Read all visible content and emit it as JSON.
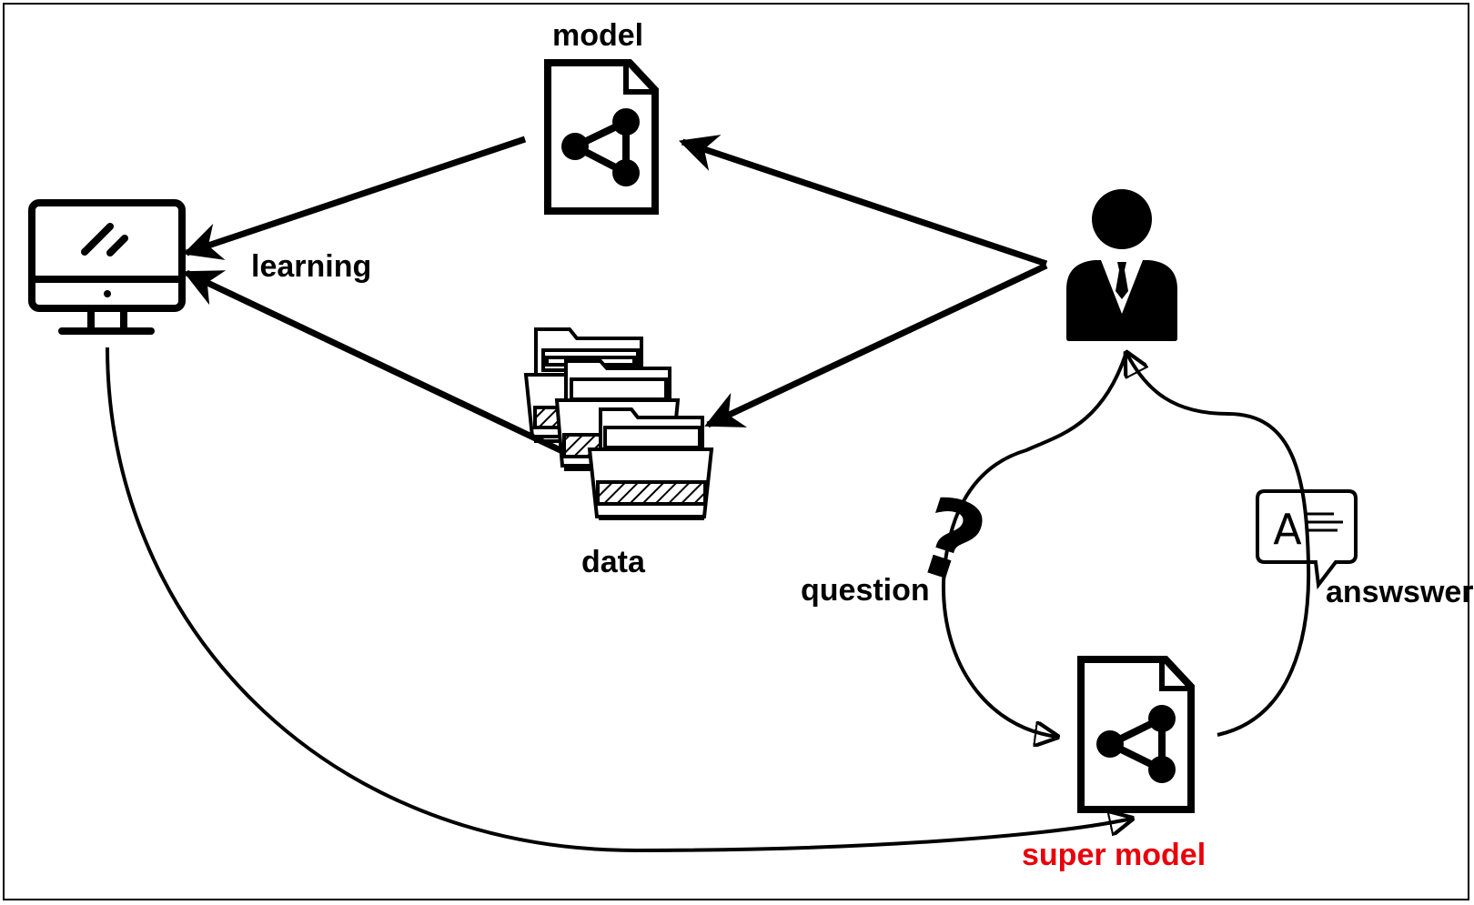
{
  "labels": {
    "model": "model",
    "learning": "learning",
    "data": "data",
    "question": "question",
    "answer": "answswer",
    "super_model": "super model"
  },
  "colors": {
    "stroke": "#000000",
    "highlight": "#e8000b"
  },
  "icons": [
    "computer-monitor-icon",
    "model-document-icon",
    "data-folders-icon",
    "person-icon",
    "question-mark-icon",
    "answer-speech-bubble-icon",
    "super-model-document-icon"
  ]
}
